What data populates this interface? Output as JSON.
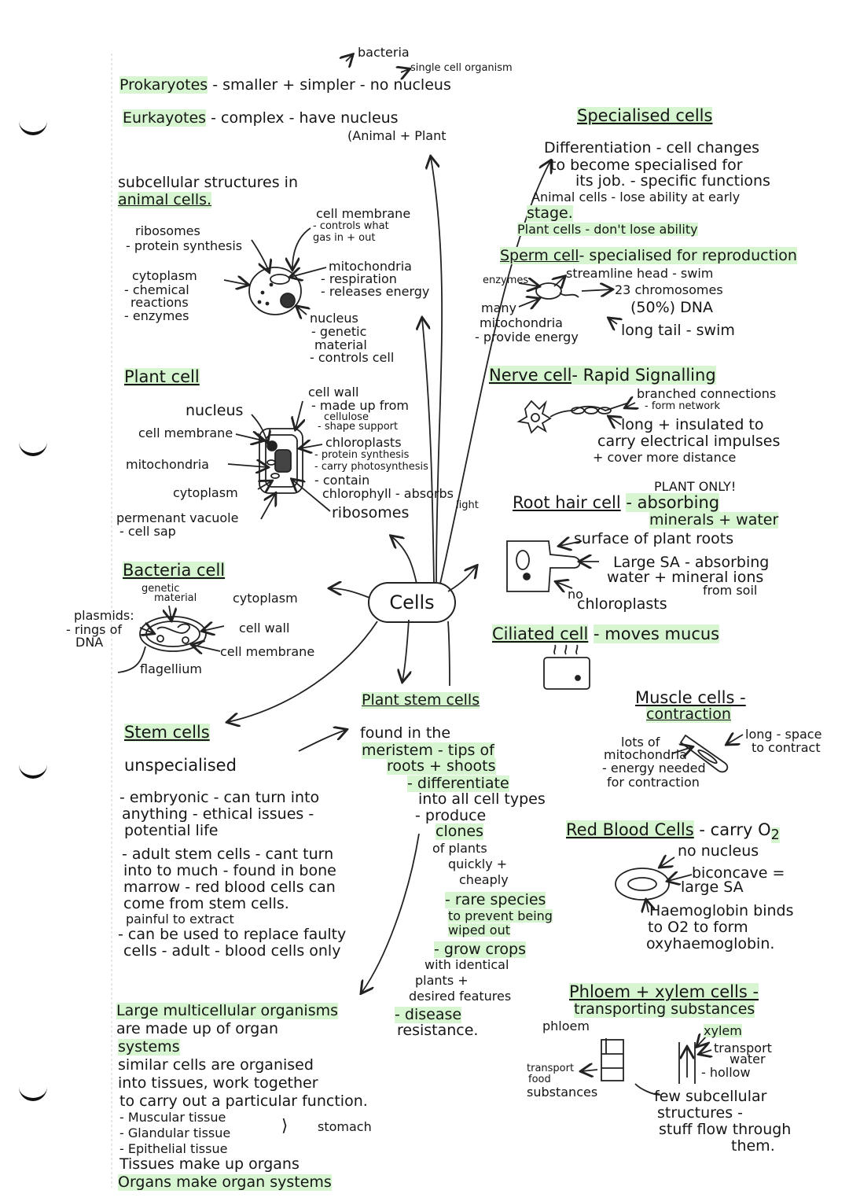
{
  "margin_holes": [
    "binder-hole",
    "binder-hole",
    "binder-hole",
    "binder-hole"
  ],
  "center": {
    "label": "Cells"
  },
  "top": {
    "bacteria": "bacteria",
    "single_cell": "single cell organism",
    "prokaryotes_head": "Prokaryotes",
    "prokaryotes_text": "- smaller + simpler - no nucleus",
    "eukaryotes_head": "Eurkayotes",
    "eukaryotes_text": "- complex - have nucleus",
    "eukaryotes_note": "(Animal + Plant"
  },
  "animal": {
    "heading_1": "subcellular structures in",
    "heading_2": "animal cells.",
    "labels": [
      "ribosomes",
      "- protein synthesis",
      "cytoplasm",
      "- chemical",
      "reactions",
      "- enzymes",
      "cell membrane",
      "- controls what",
      "gas in + out",
      "mitochondria",
      "- respiration",
      "- releases energy",
      "nucleus",
      "- genetic",
      "material",
      "- controls cell"
    ]
  },
  "plant": {
    "heading": "Plant cell",
    "labels": [
      "nucleus",
      "cell membrane",
      "mitochondria",
      "cytoplasm",
      "permenant vacuole",
      "- cell sap",
      "cell wall",
      "- made up from",
      "cellulose",
      "- shape support",
      "chloroplasts",
      "- protein synthesis",
      "- carry photosynthesis",
      "- contain",
      "chlorophyll - absorbs",
      "light",
      "ribosomes"
    ]
  },
  "bacteria": {
    "heading": "Bacteria cell",
    "labels": [
      "genetic",
      "material",
      "cytoplasm",
      "plasmids:",
      "- rings of",
      "DNA",
      "cell wall",
      "cell membrane",
      "flagellium"
    ]
  },
  "stem": {
    "heading": "Stem cells",
    "lines": [
      "unspecialised",
      "- embryonic - can turn into",
      "anything - ethical issues -",
      "potential life",
      "- adult stem cells - cant turn",
      "into to much - found in bone",
      "marrow - red blood cells can",
      "come from stem cells.",
      "painful to extract",
      "- can be used to replace faulty",
      "cells - adult - blood cells only"
    ]
  },
  "organisation": {
    "lines": [
      "Large multicellular organisms",
      "are made up of organ",
      "systems",
      "similar cells are organised",
      "into tissues, work together",
      "to carry out a particular function.",
      "- Muscular tissue",
      "- Glandular tissue",
      "- Epithelial tissue",
      "Tissues make up organs",
      "Organs make organ systems"
    ],
    "stomach": "stomach"
  },
  "plant_stem": {
    "heading": "Plant stem cells",
    "lines": [
      "found in the",
      "meristem - tips of",
      "roots + shoots",
      "- differentiate",
      "into all cell types",
      "- produce",
      "clones",
      "of plants",
      "quickly +",
      "cheaply",
      "- rare species",
      "to prevent being",
      "wiped out",
      "- grow crops",
      "with identical",
      "plants +",
      "desired features",
      "- disease",
      "resistance."
    ]
  },
  "specialised": {
    "heading": "Specialised cells",
    "lines": [
      "Differentiation - cell changes",
      "to become specialised for",
      "its job. - specific functions",
      "Animal cells - lose ability at early",
      "stage.",
      "Plant cells - don't lose ability"
    ]
  },
  "sperm": {
    "heading": "Sperm cell",
    "heading_text": "- specialised for reproduction",
    "labels": [
      "streamline head - swim",
      "enzymes",
      "23 chromosomes",
      "(50%) DNA",
      "many",
      "mitochondria",
      "- provide energy",
      "long tail - swim"
    ]
  },
  "nerve": {
    "heading": "Nerve cell",
    "heading_text": "- Rapid Signalling",
    "labels": [
      "branched connections",
      "- form network",
      "long + insulated to",
      "carry electrical impulses",
      "+ cover more distance"
    ]
  },
  "root_hair": {
    "plant_only": "PLANT ONLY!",
    "heading": "Root hair cell",
    "heading_text_1": "- absorbing",
    "heading_text_2": "minerals + water",
    "labels": [
      "surface of plant roots",
      "Large SA - absorbing",
      "water + mineral ions",
      "from soil",
      "no",
      "chloroplasts"
    ]
  },
  "ciliated": {
    "heading": "Ciliated cell",
    "heading_text": "- moves mucus"
  },
  "muscle": {
    "heading_1": "Muscle cells -",
    "heading_2": "contraction",
    "labels": [
      "lots of",
      "mitochondria",
      "- energy needed",
      "for contraction",
      "long - space",
      "to contract"
    ]
  },
  "rbc": {
    "heading": "Red Blood Cells",
    "heading_text": "- carry O",
    "heading_sub": "2",
    "labels": [
      "no nucleus",
      "biconcave =",
      "large SA",
      "Haemoglobin binds",
      "to O2 to form",
      "oxyhaemoglobin."
    ]
  },
  "phloem_xylem": {
    "heading": "Phloem + xylem cells -",
    "heading_text": "transporting substances",
    "labels": [
      "phloem",
      "xylem",
      "transport",
      "food",
      "substances",
      "transport",
      "water",
      "- hollow",
      "few subcellular",
      "structures -",
      "stuff flow through",
      "them."
    ]
  },
  "colors": {
    "highlight": "#d6f5d0",
    "ink": "#151515"
  }
}
